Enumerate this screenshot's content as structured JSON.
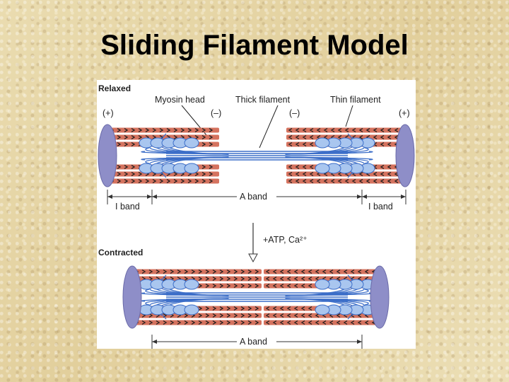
{
  "slide": {
    "title": "Sliding Filament Model"
  },
  "diagram": {
    "relaxed_label": "Relaxed",
    "contracted_label": "Contracted",
    "myosin_head": "Myosin head",
    "thick_filament": "Thick filament",
    "thin_filament": "Thin filament",
    "plus": "(+)",
    "minus": "(–)",
    "a_band": "A band",
    "i_band": "I band",
    "atp": "+ATP, Ca²⁺"
  },
  "colors": {
    "thin_filament": "#d5735f",
    "arrow": "#1e1e1e",
    "z_disc": "#8e8ec8",
    "thick_filament": "#3c6ec8",
    "myosin_head": "#a9c6ef"
  }
}
